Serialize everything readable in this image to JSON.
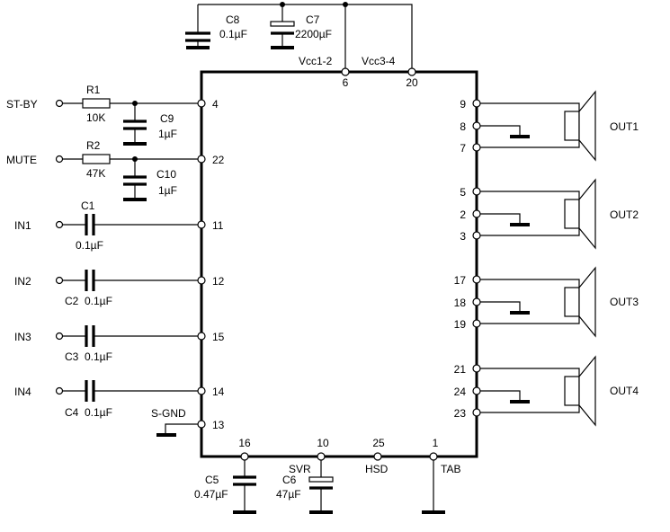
{
  "ic": {
    "pins": {
      "p4": "4",
      "p22": "22",
      "p11": "11",
      "p12": "12",
      "p15": "15",
      "p14": "14",
      "p13": "13",
      "p9": "9",
      "p8": "8",
      "p7": "7",
      "p5": "5",
      "p2": "2",
      "p3": "3",
      "p17": "17",
      "p18": "18",
      "p19": "19",
      "p21": "21",
      "p24": "24",
      "p23": "23",
      "p6": "6",
      "p20": "20",
      "p16": "16",
      "p10": "10",
      "p25": "25",
      "p1": "1"
    },
    "vcc12": "Vcc1-2",
    "vcc34": "Vcc3-4",
    "sgnd": "S-GND",
    "svr": "SVR",
    "hsd": "HSD",
    "tab": "TAB"
  },
  "inputs": {
    "stby": "ST-BY",
    "mute": "MUTE",
    "in1": "IN1",
    "in2": "IN2",
    "in3": "IN3",
    "in4": "IN4"
  },
  "outputs": {
    "out1": "OUT1",
    "out2": "OUT2",
    "out3": "OUT3",
    "out4": "OUT4"
  },
  "components": {
    "r1": {
      "name": "R1",
      "value": "10K"
    },
    "r2": {
      "name": "R2",
      "value": "47K"
    },
    "c1": {
      "name": "C1",
      "value": "0.1µF"
    },
    "c2": {
      "name": "C2",
      "value": "0.1µF"
    },
    "c3": {
      "name": "C3",
      "value": "0.1µF"
    },
    "c4": {
      "name": "C4",
      "value": "0.1µF"
    },
    "c5": {
      "name": "C5",
      "value": "0.47µF"
    },
    "c6": {
      "name": "C6",
      "value": "47µF"
    },
    "c7": {
      "name": "C7",
      "value": "2200µF"
    },
    "c8": {
      "name": "C8",
      "value": "0.1µF"
    },
    "c9": {
      "name": "C9",
      "value": "1µF"
    },
    "c10": {
      "name": "C10",
      "value": "1µF"
    }
  }
}
